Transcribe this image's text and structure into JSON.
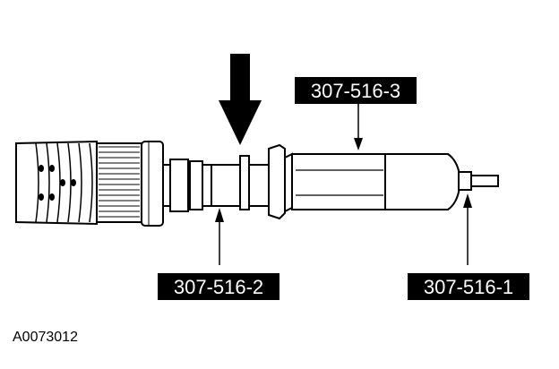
{
  "callouts": {
    "tool_3": "307-516-3",
    "tool_2": "307-516-2",
    "tool_1": "307-516-1"
  },
  "figure_id": "A0073012",
  "colors": {
    "line": "#000000",
    "label_bg": "#000000",
    "label_text": "#ffffff",
    "background": "#ffffff"
  },
  "icons": {
    "force_arrow": "bold-down-arrow-icon"
  }
}
